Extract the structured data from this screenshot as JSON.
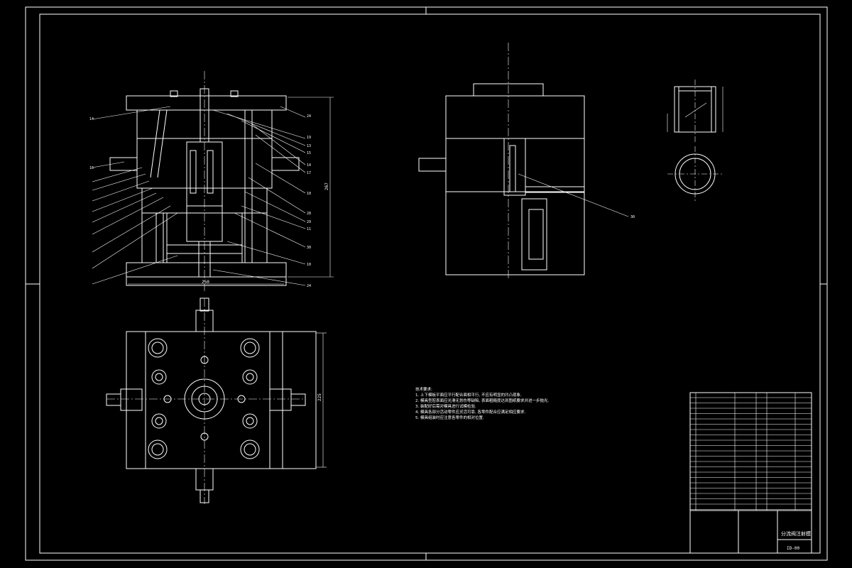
{
  "drawing": {
    "title_block": {
      "drawing_title": "分流阀注射模",
      "drawing_code": "ID-00"
    },
    "dimensions": {
      "overall_height": "267",
      "bottom_width": "250",
      "plan_height": "225"
    },
    "tech_notes": {
      "heading": "技术要求:",
      "lines": [
        "1. 上下模板平面应平行配合面相平行, 不应有明显的凹凸现象.",
        "2. 模具型腔表面应光滑无划伤等缺陷, 表面粗糙度达到图纸要求并进一步抛光.",
        "3. 装配好后需对模具进行试模检验.",
        "4. 模具各部分活动零件应灵活可靠, 各零件配合应满足相应要求.",
        "5. 模具组装时应注意各零件的相对位置."
      ]
    }
  }
}
